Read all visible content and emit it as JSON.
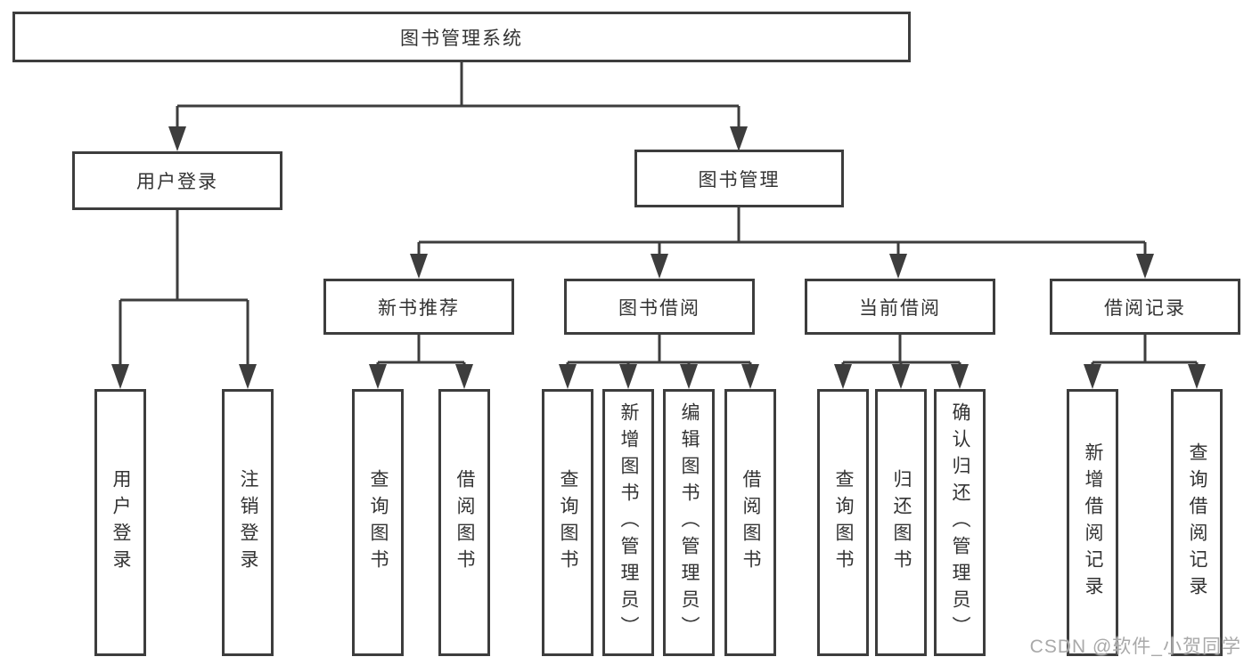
{
  "tree": {
    "label": "图书管理系统",
    "children": [
      {
        "label": "用户登录",
        "children": [
          {
            "label": "用户登录"
          },
          {
            "label": "注销登录"
          }
        ]
      },
      {
        "label": "图书管理",
        "children": [
          {
            "label": "新书推荐",
            "children": [
              {
                "label": "查询图书"
              },
              {
                "label": "借阅图书"
              }
            ]
          },
          {
            "label": "图书借阅",
            "children": [
              {
                "label": "查询图书"
              },
              {
                "label": "新增图书（管理员）"
              },
              {
                "label": "编辑图书（管理员）"
              },
              {
                "label": "借阅图书"
              }
            ]
          },
          {
            "label": "当前借阅",
            "children": [
              {
                "label": "查询图书"
              },
              {
                "label": "归还图书"
              },
              {
                "label": "确认归还（管理员）"
              }
            ]
          },
          {
            "label": "借阅记录",
            "children": [
              {
                "label": "新增借阅记录"
              },
              {
                "label": "查询借阅记录"
              }
            ]
          }
        ]
      }
    ]
  },
  "watermark": "CSDN @软件_小贺同学",
  "colors": {
    "line": "#3d3d3d",
    "text": "#333333",
    "watermark": "#a9a9a9"
  }
}
